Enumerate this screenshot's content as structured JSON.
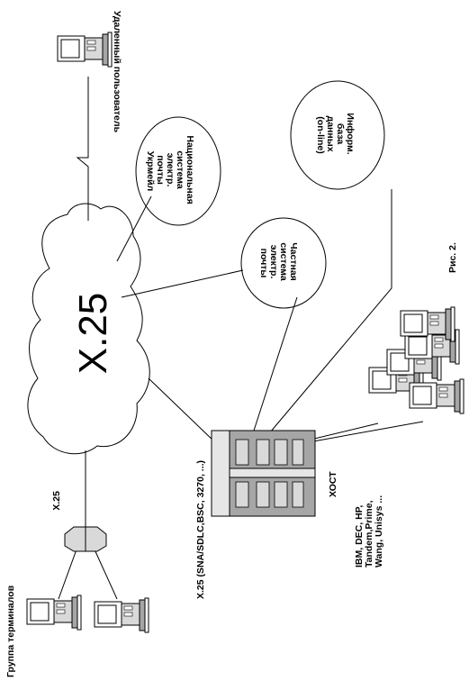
{
  "network": {
    "label": "X.25"
  },
  "remote_user": {
    "label": "Удаленный пользователь"
  },
  "national_mail": {
    "lines": [
      "Национальная",
      "система",
      "электр.",
      "почты",
      "Укрмейл"
    ]
  },
  "private_mail": {
    "lines": [
      "Частная",
      "система",
      "электр.",
      "почты"
    ]
  },
  "info_db": {
    "lines": [
      "Информ.",
      "база",
      "данных",
      "(on-line)"
    ]
  },
  "terminal_group": {
    "label": "Группа терминалов"
  },
  "pad_link": {
    "label": "X.25"
  },
  "host_protocols": {
    "label": "X.25 (SNA/SDLC,BSC, 3270, ...)"
  },
  "host": {
    "label": "ХОСТ",
    "vendors": [
      "IBM, DEC, HP,",
      "Tandem,Prime,",
      "Wang, Unisys ..."
    ]
  },
  "caption": {
    "label": "Рис. 2."
  }
}
